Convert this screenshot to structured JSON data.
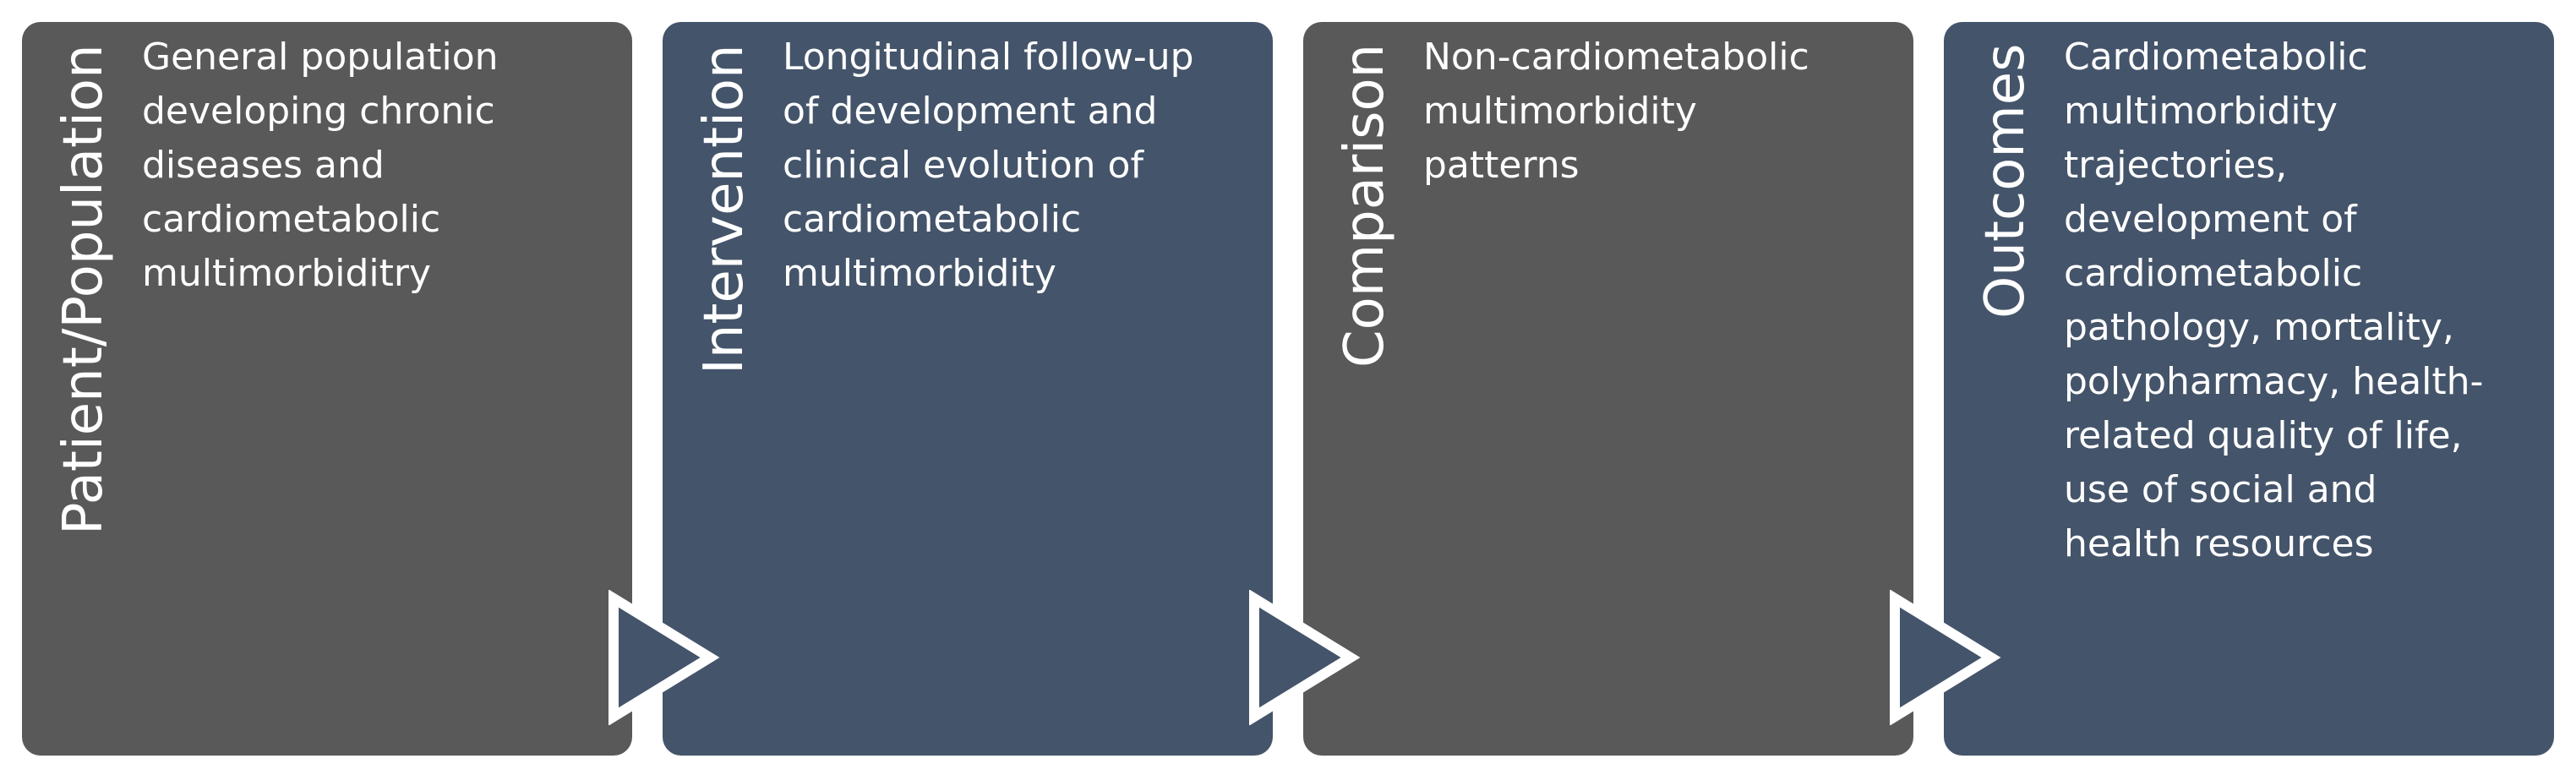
{
  "colors": {
    "gray_box": "#595959",
    "blue_box": "#44546a",
    "text": "#ffffff",
    "arrow_border": "#ffffff"
  },
  "pico": [
    {
      "label": "Patient/Population",
      "text": "General population\ndeveloping chronic\ndiseases and\ncardiometabolic\nmultimorbiditry"
    },
    {
      "label": "Intervention",
      "text": "Longitudinal follow-up\nof development and\nclinical evolution of\ncardiometabolic\nmultimorbidity"
    },
    {
      "label": "Comparison",
      "text": "Non-cardiometabolic\nmultimorbidity\npatterns"
    },
    {
      "label": "Outcomes",
      "text": "Cardiometabolic\nmultimorbidity\ntrajectories,\ndevelopment of\ncardiometabolic\npathology, mortality,\npolypharmacy, health-\nrelated quality of life,\nuse of social and\nhealth resources"
    }
  ]
}
